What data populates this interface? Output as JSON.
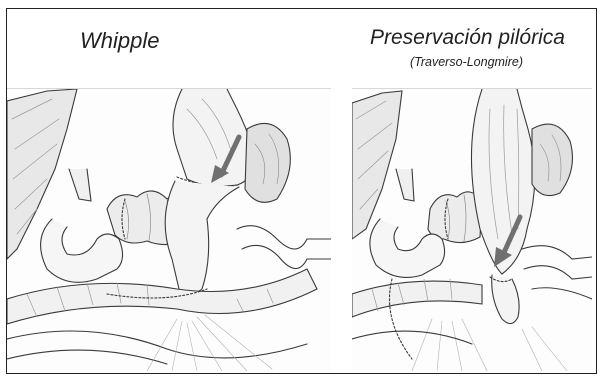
{
  "left": {
    "title": "Whipple"
  },
  "right": {
    "title": "Preservación pilórica",
    "subtitle": "(Traverso-Longmire)"
  },
  "colors": {
    "ink": "#3a3a3a",
    "arrow": "#707070",
    "tissue": "#f3f3f3"
  }
}
